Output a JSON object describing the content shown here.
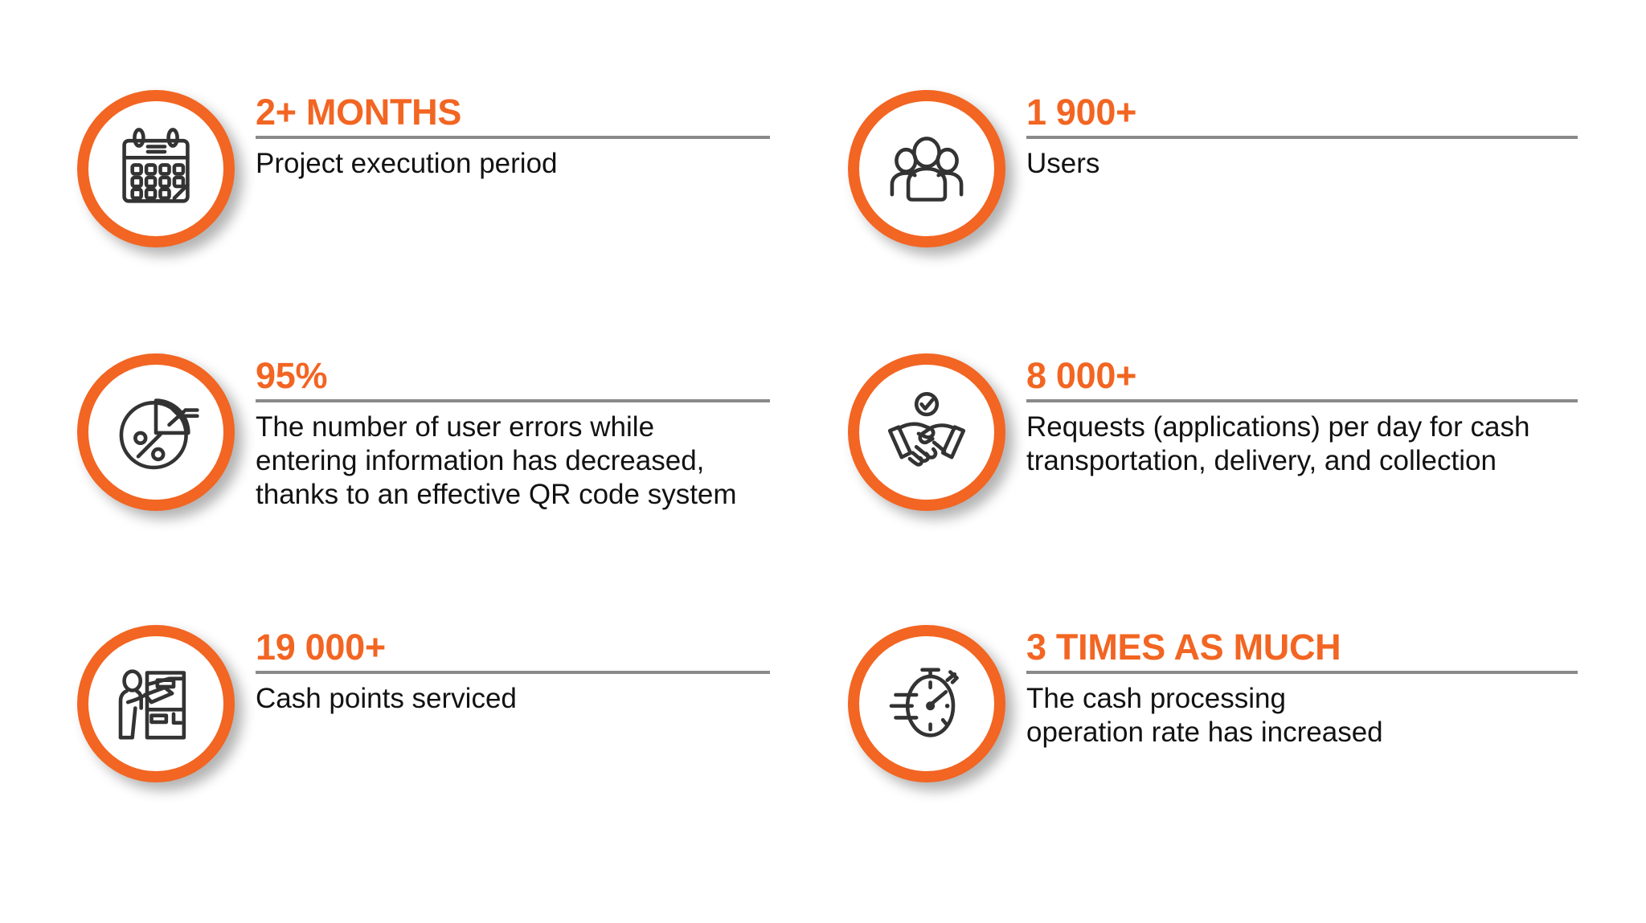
{
  "theme": {
    "accent": "#F26522",
    "rule_color": "#8a8a8a",
    "text_color": "#121212",
    "icon_color": "#333333",
    "background": "#ffffff"
  },
  "stats": [
    {
      "id": "project-execution-period",
      "icon": "calendar-icon",
      "value": "2+ MONTHS",
      "description": "Project execution period"
    },
    {
      "id": "users",
      "icon": "users-group-icon",
      "value": "1 900+",
      "description": "Users"
    },
    {
      "id": "user-error-reduction",
      "icon": "pie-chart-percent-icon",
      "value": "95%",
      "description": "The number of user errors while\nentering information has decreased,\nthanks to an effective QR code system"
    },
    {
      "id": "requests-per-day",
      "icon": "handshake-check-icon",
      "value": "8 000+",
      "description": "Requests (applications) per day for cash\ntransportation, delivery, and collection"
    },
    {
      "id": "cash-points-serviced",
      "icon": "atm-user-icon",
      "value": "19 000+",
      "description": "Cash points serviced"
    },
    {
      "id": "processing-rate-increase",
      "icon": "stopwatch-speed-icon",
      "value": "3 TIMES AS MUCH",
      "description": "The cash processing\noperation rate has increased"
    }
  ]
}
